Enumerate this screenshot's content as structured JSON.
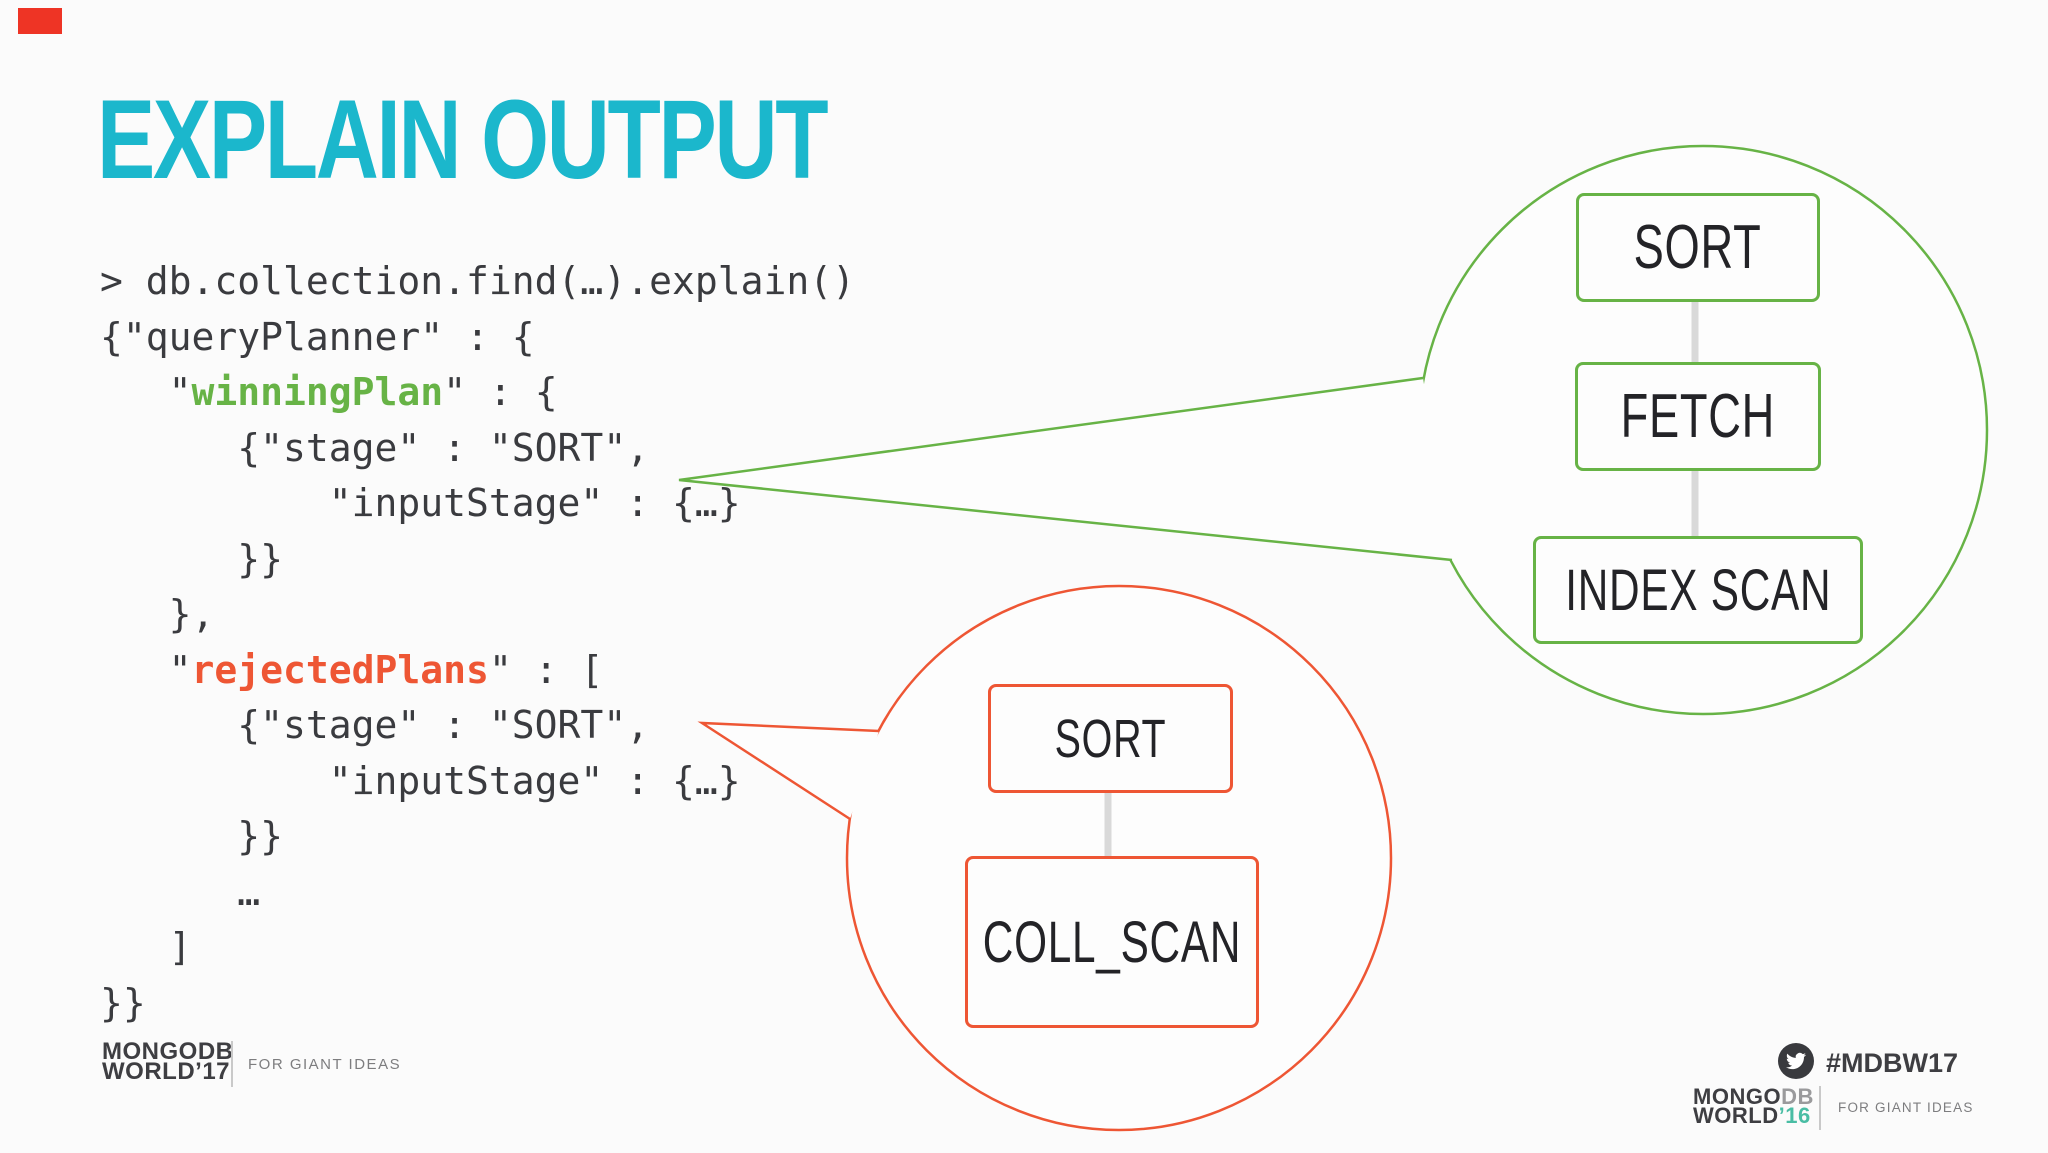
{
  "slide": {
    "title": "EXPLAIN OUTPUT",
    "title_color": "#1bb7cc",
    "accent_tab_color": "#ee3425",
    "background_color": "#fbfbfb"
  },
  "code": {
    "colors": {
      "default": "#3a3b3f",
      "winning_green": "#67b346",
      "rejected_red": "#ee5634"
    },
    "lines": [
      [
        [
          "d",
          "> db.collection.find(…).explain()"
        ]
      ],
      [
        [
          "d",
          "{\"queryPlanner\" : {"
        ]
      ],
      [
        [
          "d",
          "   \""
        ],
        [
          "g",
          "winningPlan"
        ],
        [
          "d",
          "\" : {"
        ]
      ],
      [
        [
          "d",
          "      {\"stage\" : \"SORT\","
        ]
      ],
      [
        [
          "d",
          "          \"inputStage\" : {…}"
        ]
      ],
      [
        [
          "d",
          "      }}"
        ]
      ],
      [
        [
          "d",
          "   },"
        ]
      ],
      [
        [
          "d",
          "   \""
        ],
        [
          "r",
          "rejectedPlans"
        ],
        [
          "d",
          "\" : ["
        ]
      ],
      [
        [
          "d",
          "      {\"stage\" : \"SORT\","
        ]
      ],
      [
        [
          "d",
          "          \"inputStage\" : {…}"
        ]
      ],
      [
        [
          "d",
          "      }}"
        ]
      ],
      [
        [
          "d",
          "      …"
        ]
      ],
      [
        [
          "d",
          "   ]"
        ]
      ],
      [
        [
          "d",
          "}}"
        ]
      ]
    ]
  },
  "diagram_green": {
    "color": "#67b346",
    "connector_color": "#d9d9d9",
    "nodes": [
      "SORT",
      "FETCH",
      "INDEX SCAN"
    ]
  },
  "diagram_red": {
    "color": "#ee5634",
    "connector_color": "#d9d9d9",
    "nodes": [
      "SORT",
      "COLL_SCAN"
    ]
  },
  "footer_left": {
    "brand_line1": "MONGODB",
    "brand_line2": "WORLD’17",
    "tagline": "FOR GIANT IDEAS"
  },
  "footer_right": {
    "twitter_icon": "twitter-bird-icon",
    "hashtag": "#MDBW17",
    "brand": {
      "line1_dark": "MONGO",
      "line1_gray": "DB",
      "line2_dark": "WORLD",
      "line2_accent": "’16",
      "accent_color": "#49bda4"
    },
    "tagline": "FOR GIANT IDEAS"
  }
}
